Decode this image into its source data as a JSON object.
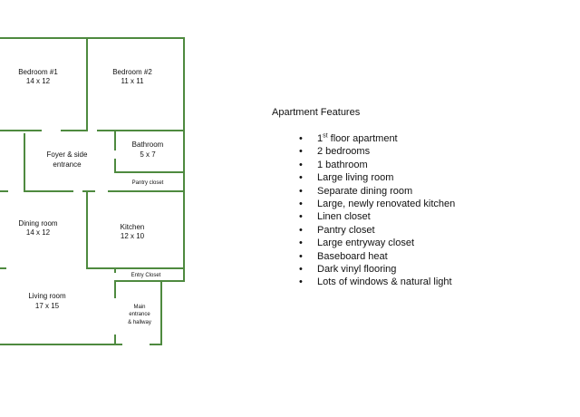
{
  "floorplan": {
    "rooms": {
      "bedroom1": {
        "name": "Bedroom #1",
        "size": "14 x 12"
      },
      "bedroom2": {
        "name": "Bedroom #2",
        "size": "11 x 11"
      },
      "foyer": {
        "name_line1": "Foyer & side",
        "name_line2": "entrance"
      },
      "bathroom": {
        "name": "Bathroom",
        "size": "5 x 7"
      },
      "pantry_closet": {
        "name": "Pantry closet"
      },
      "dining_room": {
        "name": "Dining room",
        "size": "14 x 12"
      },
      "kitchen": {
        "name": "Kitchen",
        "size": "12 x 10"
      },
      "entry_closet": {
        "name": "Entry Closet"
      },
      "living_room": {
        "name": "Living room",
        "size": "17 x 15"
      },
      "main_entrance": {
        "line1": "Main",
        "line2": "entrance",
        "line3": "& hallway"
      }
    },
    "wall_color": "#4e8a3f"
  },
  "features": {
    "title": "Apartment Features",
    "first_item": {
      "prefix": "1",
      "superscript": "st",
      "suffix": " floor apartment"
    },
    "items": [
      "2 bedrooms",
      "1 bathroom",
      "Large living room",
      "Separate dining room",
      "Large, newly renovated kitchen",
      "Linen closet",
      "Pantry closet",
      "Large entryway closet",
      "Baseboard heat",
      "Dark vinyl flooring",
      "Lots of windows & natural light"
    ],
    "bullet": "•"
  }
}
